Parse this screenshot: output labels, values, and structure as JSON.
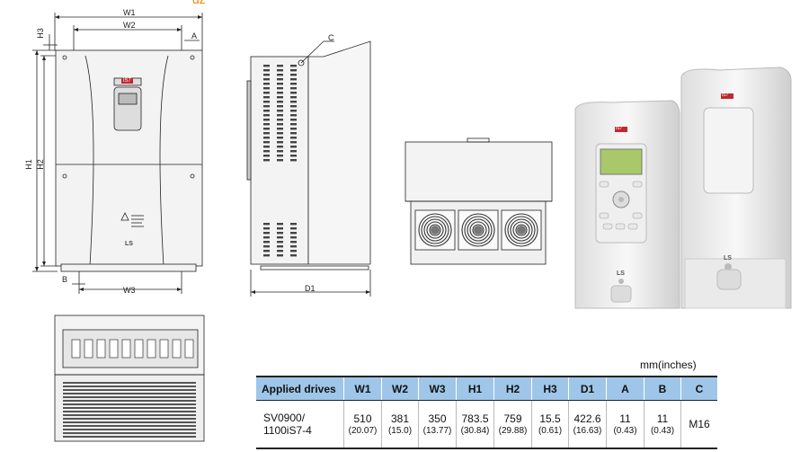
{
  "top_marker": "ǳ",
  "front_view": {
    "labels": {
      "w1": "W1",
      "w2": "W2",
      "w3": "W3",
      "h1": "H1",
      "h2": "H2",
      "h3": "H3",
      "a": "A",
      "b": "B"
    },
    "badge": "iS7",
    "logo": "LS"
  },
  "side_view": {
    "labels": {
      "c": "C",
      "d1": "D1"
    }
  },
  "photo": {
    "badge_small": "iS7",
    "badge_large": "iS7",
    "logo_small": "LS",
    "logo_large": "LS"
  },
  "table": {
    "unit_note": "mm(inches)",
    "headers": [
      "Applied drives",
      "W1",
      "W2",
      "W3",
      "H1",
      "H2",
      "H3",
      "D1",
      "A",
      "B",
      "C"
    ],
    "row": {
      "model_line1": "SV0900/",
      "model_line2": "1100iS7-4",
      "cells": [
        {
          "mm": "510",
          "in": "(20.07)"
        },
        {
          "mm": "381",
          "in": "(15.0)"
        },
        {
          "mm": "350",
          "in": "(13.77)"
        },
        {
          "mm": "783.5",
          "in": "(30.84)"
        },
        {
          "mm": "759",
          "in": "(29.88)"
        },
        {
          "mm": "15.5",
          "in": "(0.61)"
        },
        {
          "mm": "422.6",
          "in": "(16.63)"
        },
        {
          "mm": "11",
          "in": "(0.43)"
        },
        {
          "mm": "11",
          "in": "(0.43)"
        }
      ],
      "c_value": "M16"
    }
  },
  "colors": {
    "header_bg": "#9fc6e8",
    "title_orange": "#f08a00",
    "drawing_line": "#222222",
    "panel_gray": "#e6e6e6"
  }
}
